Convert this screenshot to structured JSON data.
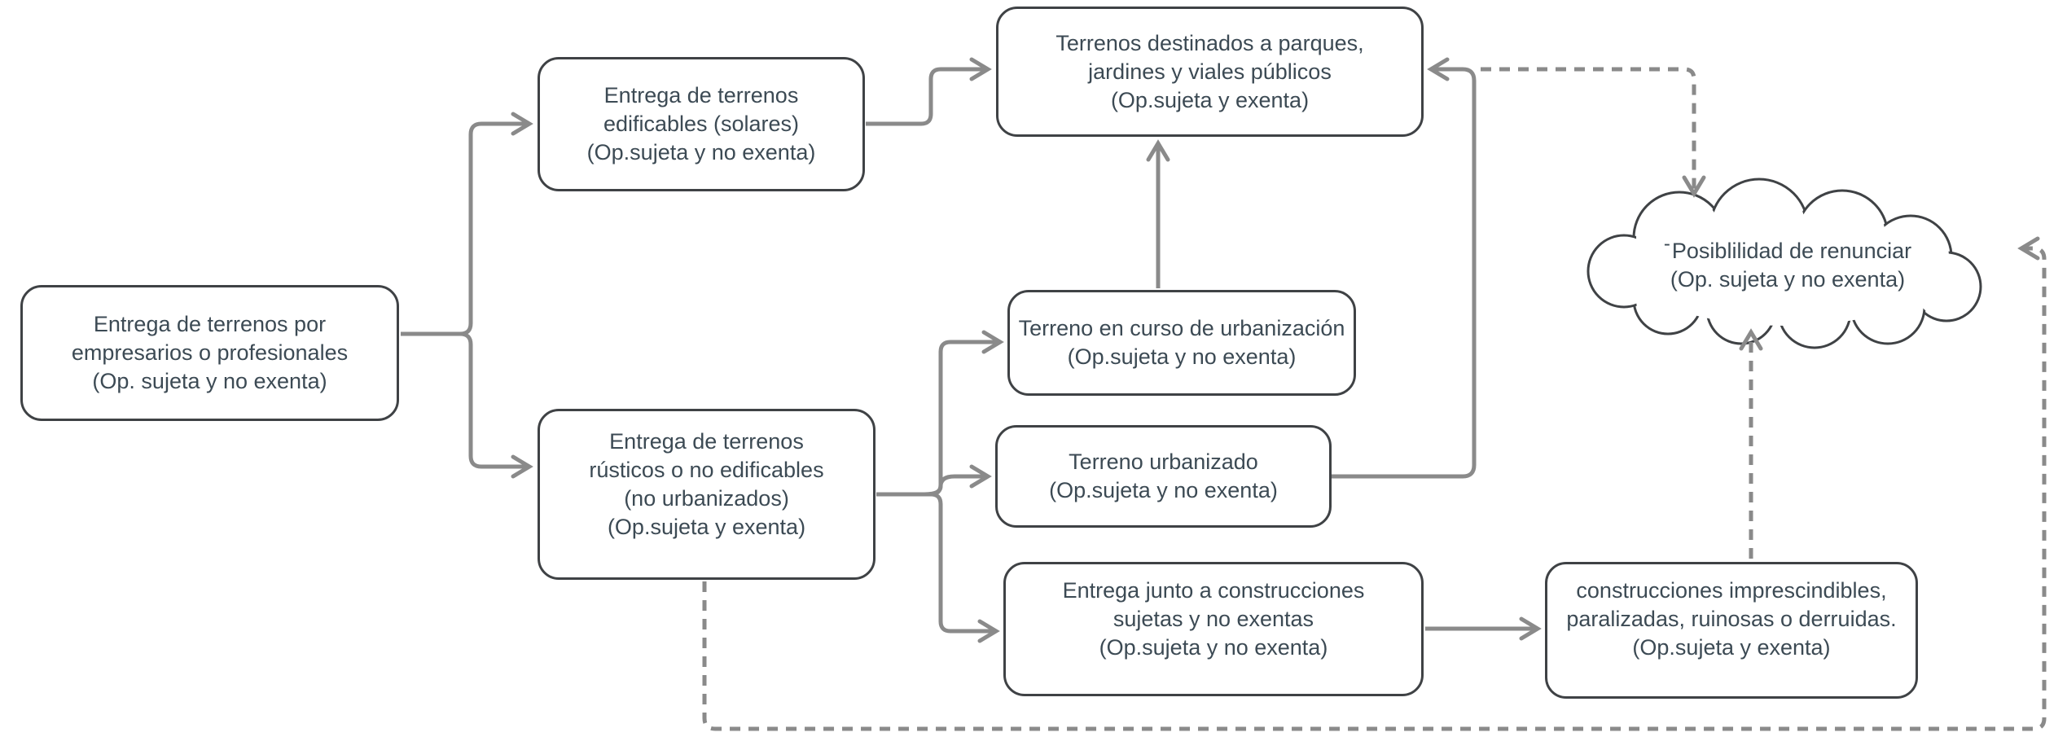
{
  "diagram": {
    "colors": {
      "background": "#ffffff",
      "box_border": "#3f4245",
      "box_fill": "#ffffff",
      "text": "#3c4a54",
      "connector": "#8a8a8a"
    },
    "nodes": {
      "principal": {
        "label": "Entrega de terrenos por\nempresarios o profesionales\n(Op. sujeta y no exenta)"
      },
      "edificables": {
        "label": "Entrega de terrenos\nedificables (solares)\n(Op.sujeta y no exenta)"
      },
      "parques": {
        "label": "Terrenos destinados a parques,\njardines y viales públicos\n(Op.sujeta y exenta)"
      },
      "curso": {
        "label": "Terreno en curso de urbanización\n(Op.sujeta y no exenta)"
      },
      "urbanizado": {
        "label": "Terreno urbanizado\n(Op.sujeta y no exenta)"
      },
      "rusticos": {
        "label": "Entrega de terrenos\nrústicos o no edificables\n(no urbanizados)\n(Op.sujeta y exenta)"
      },
      "junto": {
        "label": "Entrega junto a construcciones\nsujetas y no exentas\n(Op.sujeta y no exenta)"
      },
      "imprescindibles": {
        "label": "construcciones imprescindibles,\nparalizadas, ruinosas o derruidas.\n(Op.sujeta y exenta)"
      }
    },
    "cloud": {
      "dash": "-",
      "line1": "Posiblilidad de renunciar",
      "line2": "(Op. sujeta y no exenta)"
    }
  }
}
